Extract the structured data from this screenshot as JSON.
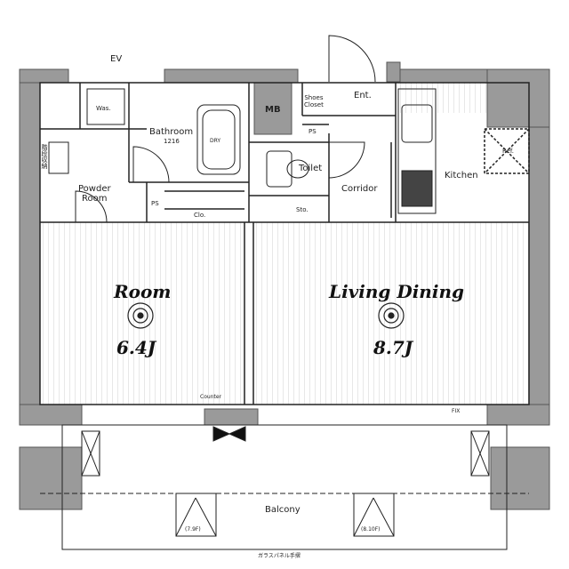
{
  "labels": {
    "ev": "EV",
    "mb": "MB",
    "shoes_closet": "Shoes\nCloset",
    "ent": "Ent.",
    "ps_top": "PS",
    "ps_left": "PS",
    "was": "Was.",
    "bathroom": "Bathroom",
    "bathroom_size": "1216",
    "dry": "DRY",
    "toilet": "Toilet",
    "corridor": "Corridor",
    "kitchen": "Kitchen",
    "ref": "Ref.",
    "storage": "階段収納",
    "powder_room": "Powder\nRoom",
    "clo": "Clo.",
    "sto": "Sto.",
    "room_name": "Room",
    "room_size": "6.4J",
    "ld_name": "Living Dining",
    "ld_size": "8.7J",
    "counter": "Counter",
    "fix": "FIX",
    "balcony": "Balcony",
    "ac_left": "(7.9F)",
    "ac_right": "(8.10F)",
    "railing": "ガラスパネル手摺"
  },
  "colors": {
    "wall": "#9a9a9a",
    "line": "#222222",
    "hatch": "#8c8c8c",
    "floor_line": "#cfcfcf"
  }
}
